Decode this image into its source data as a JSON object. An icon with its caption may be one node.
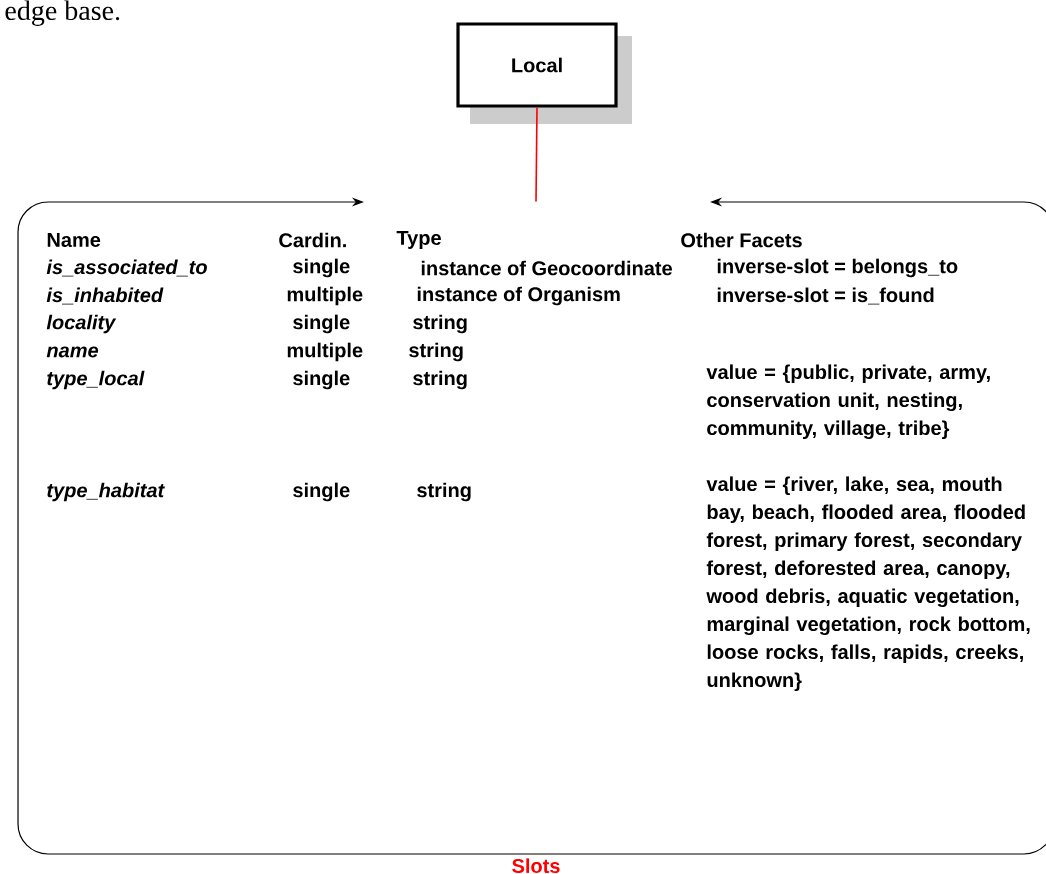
{
  "diagram": {
    "nodes": [
      {
        "text": [
          "Local"
        ]
      },
      {
        "text": [
          "Name",
          "Cardin.",
          "Type",
          "Other Facets",
          "is_associated_to",
          "single",
          "instance of Geocoordinate",
          "inverse-slot = belongs_to",
          "is_inhabited",
          "multiple",
          "instance of Organism",
          "inverse-slot = is_found",
          "locality",
          "single",
          "string",
          "name",
          "multiple",
          "string",
          "type_local",
          "single",
          "string",
          "value = {public, private, army, conservation unit, nesting, community, village, tribe}",
          "type_habitat",
          "single",
          "string",
          "value = {river, lake, sea, mouth bay, beach, flooded area, flooded forest, primary forest, secondary forest, deforested area, canopy, wood debris, aquatic vegetation, marginal vegetation, rock bottom, loose rocks, falls, rapids, creeks, unknown}"
        ],
        "beside": [
          "Slots"
        ]
      }
    ],
    "edges": [
      {
        "from": 0,
        "to": 1,
        "arrow": "none",
        "color": "#ff0000"
      }
    ],
    "labels": [
      "edge base."
    ]
  }
}
